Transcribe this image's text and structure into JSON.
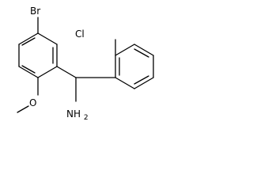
{
  "molecule": {
    "atoms": {
      "bromine": "Br",
      "chlorine": "Cl",
      "oxygen": "O",
      "amine": "NH",
      "amine_subscript": "2"
    }
  },
  "colors": {
    "bond": "#000000",
    "background": "#ffffff"
  }
}
